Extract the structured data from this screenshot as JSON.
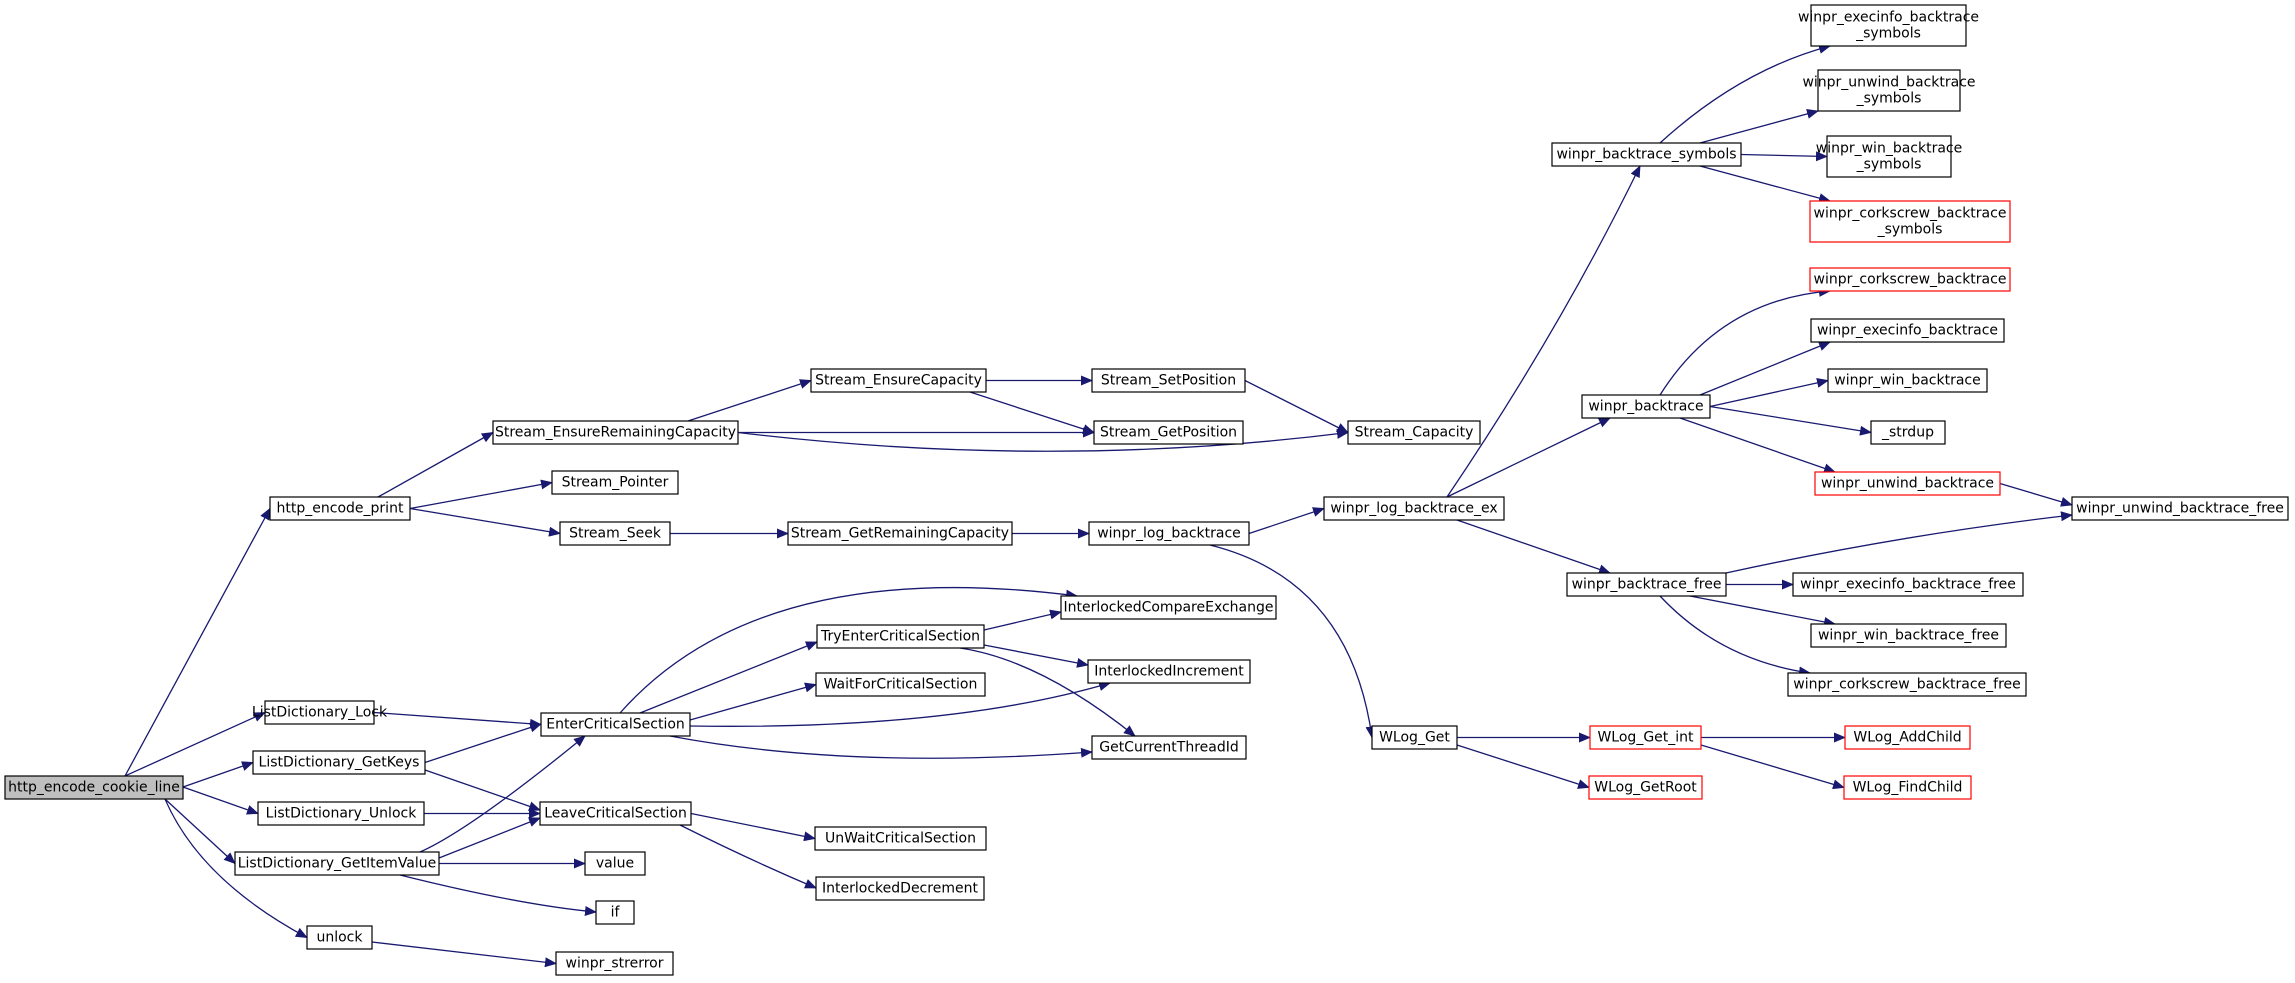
{
  "colors": {
    "edge": "#191970",
    "node_border": "#000000",
    "truncated_border": "#ff0000",
    "root_fill": "#bfbfbf",
    "node_fill": "#ffffff"
  },
  "nodes": [
    {
      "id": "http_encode_cookie_line",
      "lines": [
        "http_encode_cookie_line"
      ],
      "kind": "root"
    },
    {
      "id": "http_encode_print",
      "lines": [
        "http_encode_print"
      ],
      "kind": "normal"
    },
    {
      "id": "ListDictionary_Lock",
      "lines": [
        "ListDictionary_Lock"
      ],
      "kind": "normal"
    },
    {
      "id": "ListDictionary_GetKeys",
      "lines": [
        "ListDictionary_GetKeys"
      ],
      "kind": "normal"
    },
    {
      "id": "ListDictionary_Unlock",
      "lines": [
        "ListDictionary_Unlock"
      ],
      "kind": "normal"
    },
    {
      "id": "ListDictionary_GetItemValue",
      "lines": [
        "ListDictionary_GetItemValue"
      ],
      "kind": "normal"
    },
    {
      "id": "unlock",
      "lines": [
        "unlock"
      ],
      "kind": "normal"
    },
    {
      "id": "Stream_EnsureRemainingCapacity",
      "lines": [
        "Stream_EnsureRemainingCapacity"
      ],
      "kind": "normal"
    },
    {
      "id": "Stream_Pointer",
      "lines": [
        "Stream_Pointer"
      ],
      "kind": "normal"
    },
    {
      "id": "Stream_Seek",
      "lines": [
        "Stream_Seek"
      ],
      "kind": "normal"
    },
    {
      "id": "EnterCriticalSection",
      "lines": [
        "EnterCriticalSection"
      ],
      "kind": "normal"
    },
    {
      "id": "LeaveCriticalSection",
      "lines": [
        "LeaveCriticalSection"
      ],
      "kind": "normal"
    },
    {
      "id": "value",
      "lines": [
        "value"
      ],
      "kind": "normal"
    },
    {
      "id": "if",
      "lines": [
        "if"
      ],
      "kind": "normal"
    },
    {
      "id": "winpr_strerror",
      "lines": [
        "winpr_strerror"
      ],
      "kind": "normal"
    },
    {
      "id": "Stream_EnsureCapacity",
      "lines": [
        "Stream_EnsureCapacity"
      ],
      "kind": "normal"
    },
    {
      "id": "Stream_GetRemainingCapacity",
      "lines": [
        "Stream_GetRemainingCapacity"
      ],
      "kind": "normal"
    },
    {
      "id": "TryEnterCriticalSection",
      "lines": [
        "TryEnterCriticalSection"
      ],
      "kind": "normal"
    },
    {
      "id": "WaitForCriticalSection",
      "lines": [
        "WaitForCriticalSection"
      ],
      "kind": "normal"
    },
    {
      "id": "UnWaitCriticalSection",
      "lines": [
        "UnWaitCriticalSection"
      ],
      "kind": "normal"
    },
    {
      "id": "InterlockedDecrement",
      "lines": [
        "InterlockedDecrement"
      ],
      "kind": "normal"
    },
    {
      "id": "Stream_SetPosition",
      "lines": [
        "Stream_SetPosition"
      ],
      "kind": "normal"
    },
    {
      "id": "Stream_GetPosition",
      "lines": [
        "Stream_GetPosition"
      ],
      "kind": "normal"
    },
    {
      "id": "winpr_log_backtrace",
      "lines": [
        "winpr_log_backtrace"
      ],
      "kind": "normal"
    },
    {
      "id": "InterlockedCompareExchange",
      "lines": [
        "InterlockedCompareExchange"
      ],
      "kind": "normal"
    },
    {
      "id": "InterlockedIncrement",
      "lines": [
        "InterlockedIncrement"
      ],
      "kind": "normal"
    },
    {
      "id": "GetCurrentThreadId",
      "lines": [
        "GetCurrentThreadId"
      ],
      "kind": "normal"
    },
    {
      "id": "Stream_Capacity",
      "lines": [
        "Stream_Capacity"
      ],
      "kind": "normal"
    },
    {
      "id": "winpr_log_backtrace_ex",
      "lines": [
        "winpr_log_backtrace_ex"
      ],
      "kind": "normal"
    },
    {
      "id": "WLog_Get",
      "lines": [
        "WLog_Get"
      ],
      "kind": "normal"
    },
    {
      "id": "winpr_backtrace_symbols",
      "lines": [
        "winpr_backtrace_symbols"
      ],
      "kind": "normal"
    },
    {
      "id": "winpr_backtrace",
      "lines": [
        "winpr_backtrace"
      ],
      "kind": "normal"
    },
    {
      "id": "winpr_backtrace_free",
      "lines": [
        "winpr_backtrace_free"
      ],
      "kind": "normal"
    },
    {
      "id": "WLog_Get_int",
      "lines": [
        "WLog_Get_int"
      ],
      "kind": "truncated"
    },
    {
      "id": "WLog_GetRoot",
      "lines": [
        "WLog_GetRoot"
      ],
      "kind": "truncated"
    },
    {
      "id": "winpr_execinfo_backtrace_symbols",
      "lines": [
        "winpr_execinfo_backtrace",
        "_symbols"
      ],
      "kind": "normal"
    },
    {
      "id": "winpr_unwind_backtrace_symbols",
      "lines": [
        "winpr_unwind_backtrace",
        "_symbols"
      ],
      "kind": "normal"
    },
    {
      "id": "winpr_win_backtrace_symbols",
      "lines": [
        "winpr_win_backtrace",
        "_symbols"
      ],
      "kind": "normal"
    },
    {
      "id": "winpr_corkscrew_backtrace_symbols",
      "lines": [
        "winpr_corkscrew_backtrace",
        "_symbols"
      ],
      "kind": "truncated"
    },
    {
      "id": "winpr_corkscrew_backtrace",
      "lines": [
        "winpr_corkscrew_backtrace"
      ],
      "kind": "truncated"
    },
    {
      "id": "winpr_execinfo_backtrace",
      "lines": [
        "winpr_execinfo_backtrace"
      ],
      "kind": "normal"
    },
    {
      "id": "winpr_win_backtrace",
      "lines": [
        "winpr_win_backtrace"
      ],
      "kind": "normal"
    },
    {
      "id": "_strdup",
      "lines": [
        "_strdup"
      ],
      "kind": "normal"
    },
    {
      "id": "winpr_unwind_backtrace",
      "lines": [
        "winpr_unwind_backtrace"
      ],
      "kind": "truncated"
    },
    {
      "id": "winpr_execinfo_backtrace_free",
      "lines": [
        "winpr_execinfo_backtrace_free"
      ],
      "kind": "normal"
    },
    {
      "id": "winpr_win_backtrace_free",
      "lines": [
        "winpr_win_backtrace_free"
      ],
      "kind": "normal"
    },
    {
      "id": "winpr_corkscrew_backtrace_free",
      "lines": [
        "winpr_corkscrew_backtrace_free"
      ],
      "kind": "normal"
    },
    {
      "id": "WLog_AddChild",
      "lines": [
        "WLog_AddChild"
      ],
      "kind": "truncated"
    },
    {
      "id": "WLog_FindChild",
      "lines": [
        "WLog_FindChild"
      ],
      "kind": "truncated"
    },
    {
      "id": "winpr_unwind_backtrace_free",
      "lines": [
        "winpr_unwind_backtrace_free"
      ],
      "kind": "normal"
    }
  ],
  "edges": [
    {
      "from": "http_encode_cookie_line",
      "to": "http_encode_print"
    },
    {
      "from": "http_encode_cookie_line",
      "to": "ListDictionary_Lock"
    },
    {
      "from": "http_encode_cookie_line",
      "to": "ListDictionary_GetKeys"
    },
    {
      "from": "http_encode_cookie_line",
      "to": "ListDictionary_Unlock"
    },
    {
      "from": "http_encode_cookie_line",
      "to": "ListDictionary_GetItemValue"
    },
    {
      "from": "http_encode_cookie_line",
      "to": "unlock"
    },
    {
      "from": "http_encode_print",
      "to": "Stream_EnsureRemainingCapacity"
    },
    {
      "from": "http_encode_print",
      "to": "Stream_Pointer"
    },
    {
      "from": "http_encode_print",
      "to": "Stream_Seek"
    },
    {
      "from": "Stream_EnsureRemainingCapacity",
      "to": "Stream_EnsureCapacity"
    },
    {
      "from": "Stream_EnsureRemainingCapacity",
      "to": "Stream_GetPosition"
    },
    {
      "from": "Stream_EnsureRemainingCapacity",
      "to": "Stream_Capacity"
    },
    {
      "from": "Stream_EnsureCapacity",
      "to": "Stream_SetPosition"
    },
    {
      "from": "Stream_EnsureCapacity",
      "to": "Stream_GetPosition"
    },
    {
      "from": "Stream_SetPosition",
      "to": "Stream_Capacity"
    },
    {
      "from": "Stream_Seek",
      "to": "Stream_GetRemainingCapacity"
    },
    {
      "from": "Stream_GetRemainingCapacity",
      "to": "winpr_log_backtrace"
    },
    {
      "from": "winpr_log_backtrace",
      "to": "winpr_log_backtrace_ex"
    },
    {
      "from": "winpr_log_backtrace",
      "to": "WLog_Get"
    },
    {
      "from": "winpr_log_backtrace_ex",
      "to": "winpr_backtrace_symbols"
    },
    {
      "from": "winpr_log_backtrace_ex",
      "to": "winpr_backtrace"
    },
    {
      "from": "winpr_log_backtrace_ex",
      "to": "winpr_backtrace_free"
    },
    {
      "from": "winpr_backtrace_symbols",
      "to": "winpr_execinfo_backtrace_symbols"
    },
    {
      "from": "winpr_backtrace_symbols",
      "to": "winpr_unwind_backtrace_symbols"
    },
    {
      "from": "winpr_backtrace_symbols",
      "to": "winpr_win_backtrace_symbols"
    },
    {
      "from": "winpr_backtrace_symbols",
      "to": "winpr_corkscrew_backtrace_symbols"
    },
    {
      "from": "winpr_backtrace",
      "to": "winpr_corkscrew_backtrace"
    },
    {
      "from": "winpr_backtrace",
      "to": "winpr_execinfo_backtrace"
    },
    {
      "from": "winpr_backtrace",
      "to": "winpr_win_backtrace"
    },
    {
      "from": "winpr_backtrace",
      "to": "_strdup"
    },
    {
      "from": "winpr_backtrace",
      "to": "winpr_unwind_backtrace"
    },
    {
      "from": "winpr_unwind_backtrace",
      "to": "winpr_unwind_backtrace_free"
    },
    {
      "from": "winpr_backtrace_free",
      "to": "winpr_unwind_backtrace_free"
    },
    {
      "from": "winpr_backtrace_free",
      "to": "winpr_execinfo_backtrace_free"
    },
    {
      "from": "winpr_backtrace_free",
      "to": "winpr_win_backtrace_free"
    },
    {
      "from": "winpr_backtrace_free",
      "to": "winpr_corkscrew_backtrace_free"
    },
    {
      "from": "WLog_Get",
      "to": "WLog_Get_int"
    },
    {
      "from": "WLog_Get",
      "to": "WLog_GetRoot"
    },
    {
      "from": "WLog_Get_int",
      "to": "WLog_AddChild"
    },
    {
      "from": "WLog_Get_int",
      "to": "WLog_FindChild"
    },
    {
      "from": "ListDictionary_Lock",
      "to": "EnterCriticalSection"
    },
    {
      "from": "ListDictionary_GetKeys",
      "to": "EnterCriticalSection"
    },
    {
      "from": "ListDictionary_GetKeys",
      "to": "LeaveCriticalSection"
    },
    {
      "from": "ListDictionary_Unlock",
      "to": "LeaveCriticalSection"
    },
    {
      "from": "ListDictionary_GetItemValue",
      "to": "EnterCriticalSection"
    },
    {
      "from": "ListDictionary_GetItemValue",
      "to": "LeaveCriticalSection"
    },
    {
      "from": "ListDictionary_GetItemValue",
      "to": "value"
    },
    {
      "from": "ListDictionary_GetItemValue",
      "to": "if"
    },
    {
      "from": "EnterCriticalSection",
      "to": "InterlockedCompareExchange"
    },
    {
      "from": "EnterCriticalSection",
      "to": "TryEnterCriticalSection"
    },
    {
      "from": "EnterCriticalSection",
      "to": "WaitForCriticalSection"
    },
    {
      "from": "EnterCriticalSection",
      "to": "InterlockedIncrement"
    },
    {
      "from": "EnterCriticalSection",
      "to": "GetCurrentThreadId"
    },
    {
      "from": "TryEnterCriticalSection",
      "to": "InterlockedCompareExchange"
    },
    {
      "from": "TryEnterCriticalSection",
      "to": "InterlockedIncrement"
    },
    {
      "from": "TryEnterCriticalSection",
      "to": "GetCurrentThreadId"
    },
    {
      "from": "LeaveCriticalSection",
      "to": "UnWaitCriticalSection"
    },
    {
      "from": "LeaveCriticalSection",
      "to": "InterlockedDecrement"
    },
    {
      "from": "unlock",
      "to": "winpr_strerror"
    }
  ]
}
